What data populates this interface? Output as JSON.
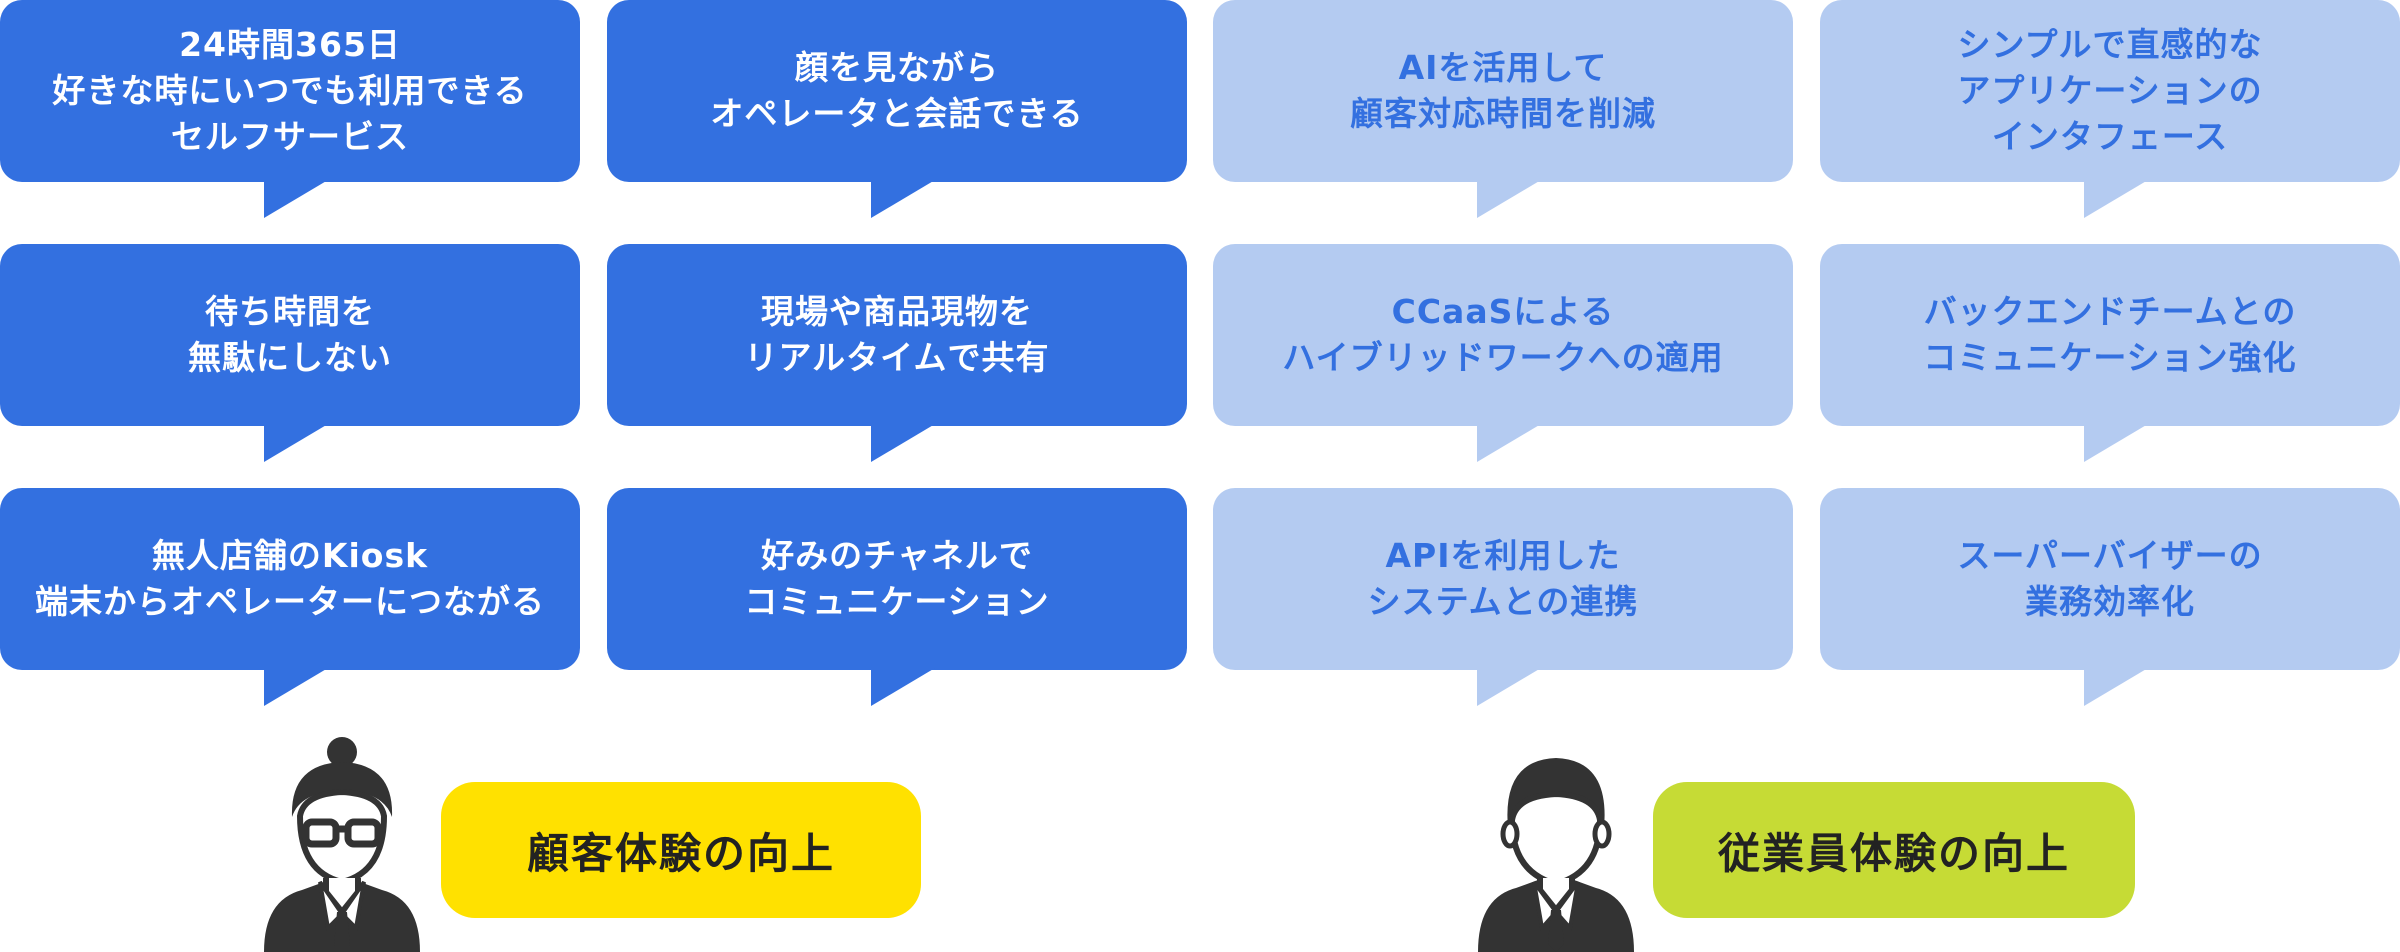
{
  "colors": {
    "customer_bubble": "#3370e0",
    "customer_text": "#ffffff",
    "employee_bubble": "#b4cbf1",
    "employee_text": "#3370e0",
    "customer_label_bg": "#ffe100",
    "employee_label_bg": "#c6db35",
    "person": "#333333"
  },
  "customer": {
    "label": "顧客体験の向上",
    "icon": "woman-with-glasses-icon",
    "bubbles": [
      {
        "lines": [
          "24時間365日",
          "好きな時にいつでも利用できる",
          "セルフサービス"
        ]
      },
      {
        "lines": [
          "顔を見ながら",
          "オペレータと会話できる"
        ]
      },
      {
        "lines": [
          "待ち時間を",
          "無駄にしない"
        ]
      },
      {
        "lines": [
          "現場や商品現物を",
          "リアルタイムで共有"
        ]
      },
      {
        "lines": [
          "無人店舗のKiosk",
          "端末からオペレーターにつながる"
        ]
      },
      {
        "lines": [
          "好みのチャネルで",
          "コミュニケーション"
        ]
      }
    ]
  },
  "employee": {
    "label": "従業員体験の向上",
    "icon": "man-in-suit-icon",
    "bubbles": [
      {
        "lines": [
          "AIを活用して",
          "顧客対応時間を削減"
        ]
      },
      {
        "lines": [
          "シンプルで直感的な",
          "アプリケーションの",
          "インタフェース"
        ]
      },
      {
        "lines": [
          "CCaaSによる",
          "ハイブリッドワークへの適用"
        ]
      },
      {
        "lines": [
          "バックエンドチームとの",
          "コミュニケーション強化"
        ]
      },
      {
        "lines": [
          "APIを利用した",
          "システムとの連携"
        ]
      },
      {
        "lines": [
          "スーパーバイザーの",
          "業務効率化"
        ]
      }
    ]
  }
}
